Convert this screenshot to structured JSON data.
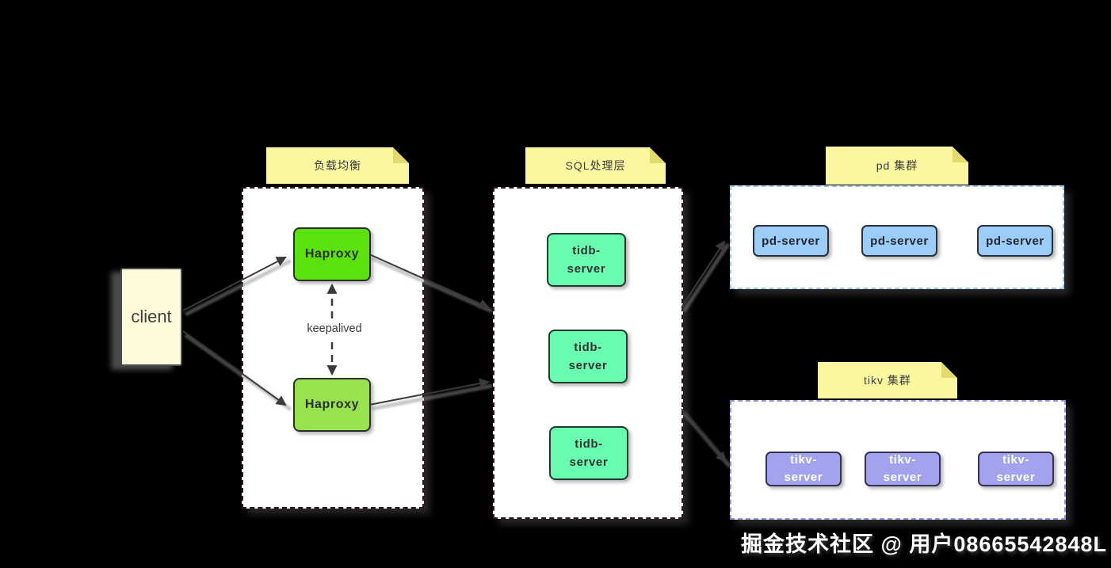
{
  "watermark": "掘金技术社区 @ 用户08665542848L",
  "client": {
    "label": "client"
  },
  "load_balancer": {
    "note": "负载均衡",
    "haproxy_top": "Haproxy",
    "haproxy_bottom": "Haproxy",
    "keepalived": "keepalived"
  },
  "sql_layer": {
    "note": "SQL处理层",
    "nodes": [
      {
        "line1": "tidb-",
        "line2": "server"
      },
      {
        "line1": "tidb-",
        "line2": "server"
      },
      {
        "line1": "tidb-",
        "line2": "server"
      }
    ]
  },
  "pd_cluster": {
    "note": "pd 集群",
    "nodes": [
      {
        "label": "pd-server"
      },
      {
        "label": "pd-server"
      },
      {
        "label": "pd-server"
      }
    ]
  },
  "tikv_cluster": {
    "note": "tikv 集群",
    "nodes": [
      {
        "line1": "tikv-",
        "line2": "server"
      },
      {
        "line1": "tikv-",
        "line2": "server"
      },
      {
        "line1": "tikv-",
        "line2": "server"
      }
    ]
  },
  "colors": {
    "note_fill": "#fbf6a0",
    "note_fold": "#e2d96f",
    "client_fill": "#fdfbd9",
    "haproxy_top_fill": "#5be20e",
    "haproxy_bottom_fill": "#97e34f",
    "tidb_fill": "#69fbb0",
    "pd_fill": "#9bcdf8",
    "tikv_fill": "#a2a2ef",
    "dark_border": "#34101f",
    "pd_border": "#9ac6f0",
    "tikv_border": "#9192e2",
    "edge_color": "#3a3a3a"
  }
}
